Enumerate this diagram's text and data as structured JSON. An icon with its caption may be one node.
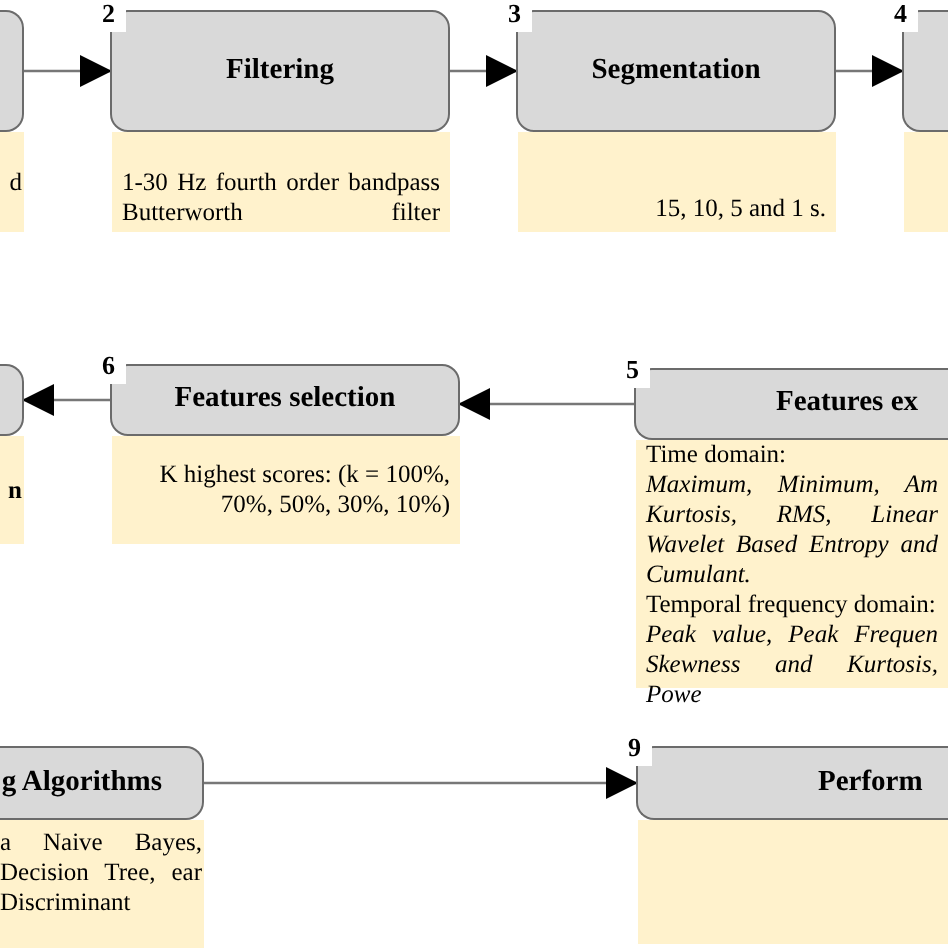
{
  "diagram": {
    "nodes": [
      {
        "text": [
          "d"
        ]
      },
      {
        "text": [
          "Filtering",
          "1-30 Hz fourth order bandpass Butterworth filter"
        ],
        "beside": [
          "2"
        ]
      },
      {
        "text": [
          "Segmentation",
          "15, 10, 5 and 1 s."
        ],
        "beside": [
          "3"
        ]
      },
      {
        "text": [],
        "shape": "box",
        "beside": [
          "4"
        ]
      },
      {
        "text": [
          "n"
        ]
      },
      {
        "text": [
          "Features selection",
          "K highest scores: (k = 100%, 70%, 50%, 30%, 10%)"
        ],
        "beside": [
          "6"
        ]
      },
      {
        "text": [
          "Features ex",
          "Time domain:",
          "Maximum, Minimum, Am Kurtosis, RMS, Linear Wavelet Based Entropy and Cumulant.",
          "Temporal frequency domain:",
          "Peak value, Peak Frequen Skewness and Kurtosis, Powe"
        ],
        "beside": [
          "5"
        ]
      },
      {
        "text": [
          "g Algorithms",
          "a Naive Bayes, Decision Tree, ear Discriminant"
        ]
      },
      {
        "text": [
          "Perform"
        ],
        "beside": [
          "9"
        ]
      }
    ],
    "edges": [
      {
        "from": 0,
        "to": 1,
        "arrow": "to"
      },
      {
        "from": 1,
        "to": 2,
        "arrow": "to"
      },
      {
        "from": 2,
        "to": 3,
        "arrow": "to"
      },
      {
        "from": 6,
        "to": 5,
        "arrow": "to"
      },
      {
        "from": 5,
        "to": 4,
        "arrow": "to"
      },
      {
        "from": 7,
        "to": 8,
        "arrow": "to"
      }
    ]
  }
}
